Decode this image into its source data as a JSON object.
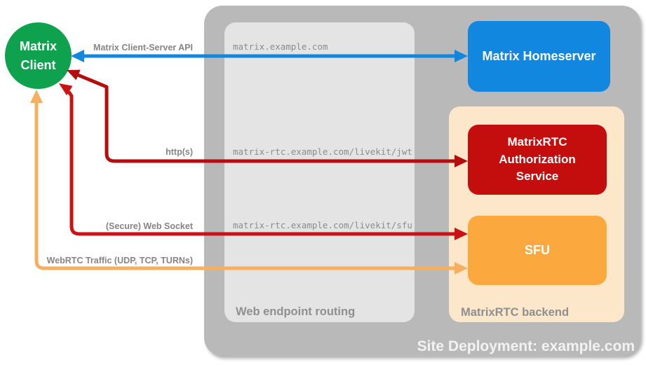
{
  "colors": {
    "client_green": "#0ea24e",
    "homeserver_blue": "#1287e0",
    "auth_red": "#c40d0d",
    "sfu_orange": "#fba93e",
    "backend_peach": "#fde7cb",
    "site_gray": "#b9b9b9",
    "routing_gray": "#e4e4e4",
    "label_gray": "#8c8c8c"
  },
  "client": {
    "label": "Matrix Client"
  },
  "homeserver": {
    "label": "Matrix Homeserver"
  },
  "auth_service": {
    "label": "MatrixRTC Authorization Service"
  },
  "sfu": {
    "label": "SFU"
  },
  "containers": {
    "site_deployment": {
      "label": "Site Deployment: example.com"
    },
    "web_endpoint_routing": {
      "label": "Web endpoint routing"
    },
    "matrixrtc_backend": {
      "label": "MatrixRTC backend"
    }
  },
  "routes": [
    {
      "url": "matrix.example.com"
    },
    {
      "url": "matrix-rtc.example.com/livekit/jwt"
    },
    {
      "url": "matrix-rtc.example.com/livekit/sfu"
    }
  ],
  "arrows": [
    {
      "label": "Matrix Client-Server API",
      "color": "#1287e0"
    },
    {
      "label": "http(s)",
      "color": "#b50d0d"
    },
    {
      "label": "(Secure) Web Socket",
      "color": "#cb1111"
    },
    {
      "label": "WebRTC Traffic (UDP, TCP, TURNs)",
      "color": "#f5af5e"
    }
  ]
}
